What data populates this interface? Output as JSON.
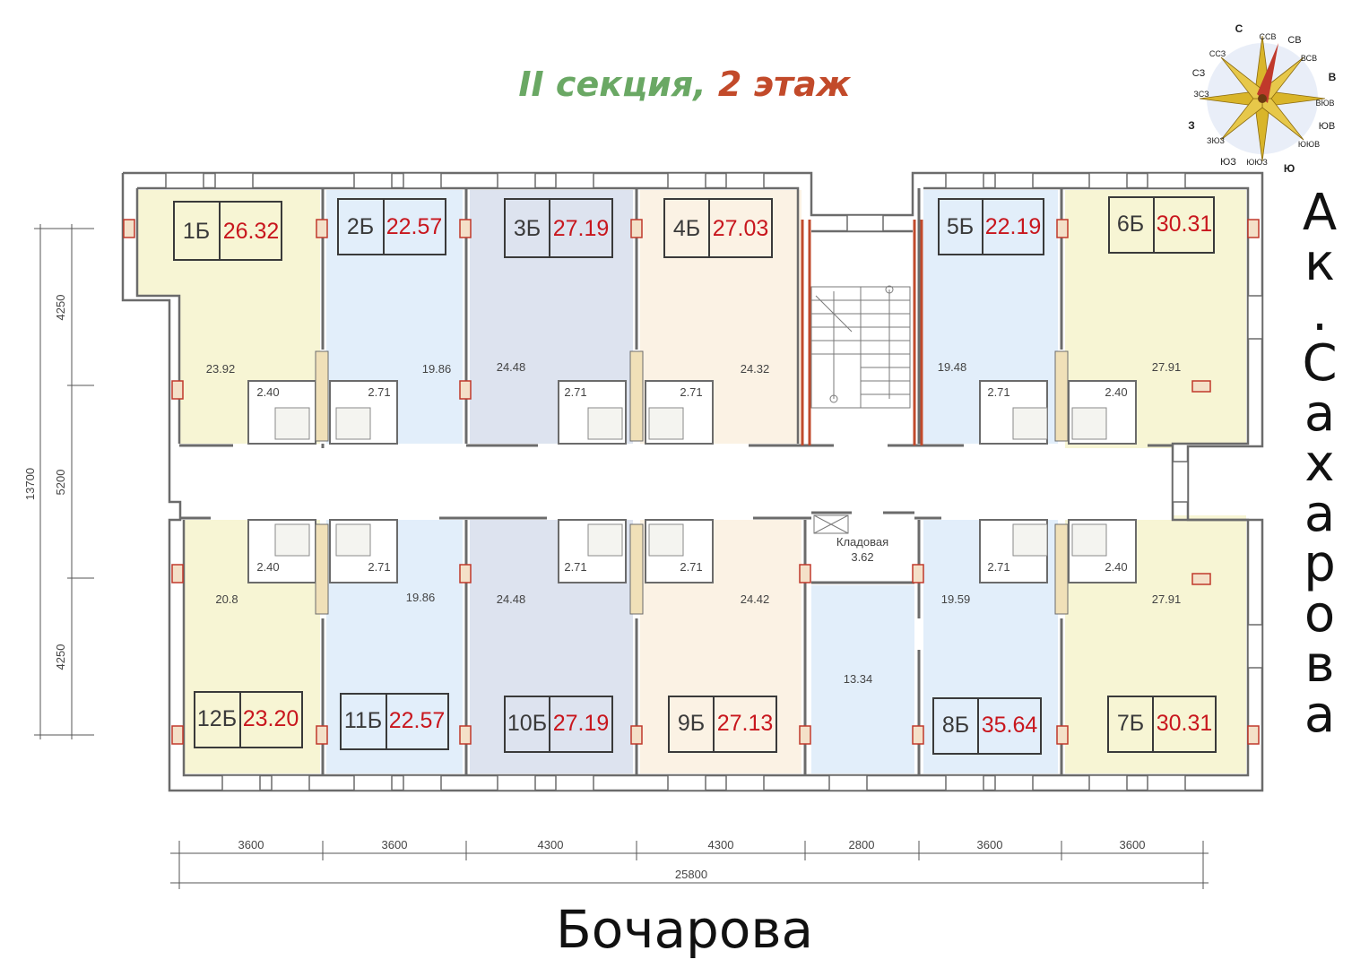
{
  "title": {
    "section": "II секция,",
    "floor": "2 этаж"
  },
  "streets": {
    "bottom": "Бочарова",
    "right_letters": [
      "А",
      "к",
      ".",
      "С",
      "а",
      "х",
      "а",
      "р",
      "о",
      "в",
      "а"
    ]
  },
  "compass": {
    "labels": [
      "С",
      "ССВ",
      "СВ",
      "ВСВ",
      "В",
      "ВЮВ",
      "ЮВ",
      "ЮЮВ",
      "Ю",
      "ЮЮЗ",
      "ЮЗ",
      "ЗЮЗ",
      "З",
      "ЗСЗ",
      "СЗ",
      "ССЗ"
    ]
  },
  "apartments": [
    {
      "id": "1Б",
      "area": "26.32"
    },
    {
      "id": "2Б",
      "area": "22.57"
    },
    {
      "id": "3Б",
      "area": "27.19"
    },
    {
      "id": "4Б",
      "area": "27.03"
    },
    {
      "id": "5Б",
      "area": "22.19"
    },
    {
      "id": "6Б",
      "area": "30.31"
    },
    {
      "id": "7Б",
      "area": "30.31"
    },
    {
      "id": "8Б",
      "area": "35.64"
    },
    {
      "id": "9Б",
      "area": "27.13"
    },
    {
      "id": "10Б",
      "area": "27.19"
    },
    {
      "id": "11Б",
      "area": "22.57"
    },
    {
      "id": "12Б",
      "area": "23.20"
    }
  ],
  "room_areas": {
    "top": [
      "23.92",
      "19.86",
      "24.48",
      "24.32",
      "19.48",
      "27.91"
    ],
    "bottom": [
      "20.8",
      "19.86",
      "24.48",
      "24.42",
      "19.59",
      "27.91"
    ],
    "center_room": "13.34"
  },
  "bathrooms": {
    "top": [
      "2.40",
      "2.71",
      "2.71",
      "2.71",
      "2.71",
      "2.40"
    ],
    "bottom": [
      "2.40",
      "2.71",
      "2.71",
      "2.71",
      "2.71",
      "2.40"
    ]
  },
  "storage": {
    "label": "Кладовая",
    "area": "3.62"
  },
  "dimensions": {
    "horizontal": [
      "3600",
      "3600",
      "4300",
      "4300",
      "2800",
      "3600",
      "3600"
    ],
    "total_width": "25800",
    "vertical": [
      "4250",
      "5200",
      "4250"
    ],
    "total_height": "13700"
  },
  "colors": {
    "yellow": "#f7f5d4",
    "blue": "#e2eefa",
    "grey_blue": "#dde3ef",
    "peach": "#fbf2e4",
    "wall": "#6b6b6b",
    "area_red": "#c8161d",
    "section_green": "#6aa864",
    "floor_red": "#c24a2a"
  }
}
